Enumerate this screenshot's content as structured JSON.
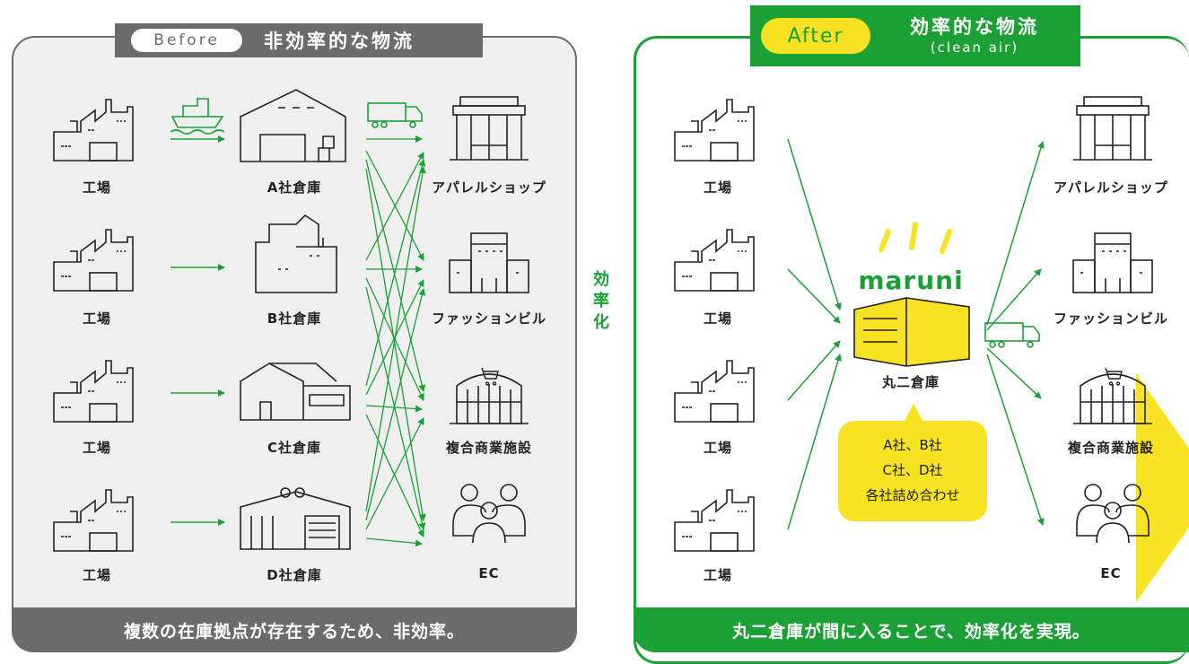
{
  "before": {
    "pill": "Before",
    "title": "非効率的な物流",
    "footer": "複数の在庫拠点が存在するため、非効率。",
    "factory_label": "工場",
    "warehouses": [
      "A社倉庫",
      "B社倉庫",
      "C社倉庫",
      "D社倉庫"
    ],
    "destinations": [
      "アパレルショップ",
      "ファッションビル",
      "複合商業施設",
      "EC"
    ]
  },
  "after": {
    "pill": "After",
    "title": "効率的な物流",
    "subtitle": "(clean air)",
    "footer": "丸二倉庫が間に入ることで、効率化を実現。",
    "factory_label": "工場",
    "hub_logo": "maruni",
    "hub_label": "丸二倉庫",
    "callout_lines": [
      "A社、B社",
      "C社、D社",
      "各社詰め合わせ"
    ],
    "destinations": [
      "アパレルショップ",
      "ファッションビル",
      "複合商業施設",
      "EC"
    ]
  },
  "transition": {
    "label": "効率化"
  },
  "colors": {
    "green": "#1aa035",
    "gray": "#6b6b6b",
    "yellow": "#f7e324",
    "panel_bg": "#efefef"
  }
}
